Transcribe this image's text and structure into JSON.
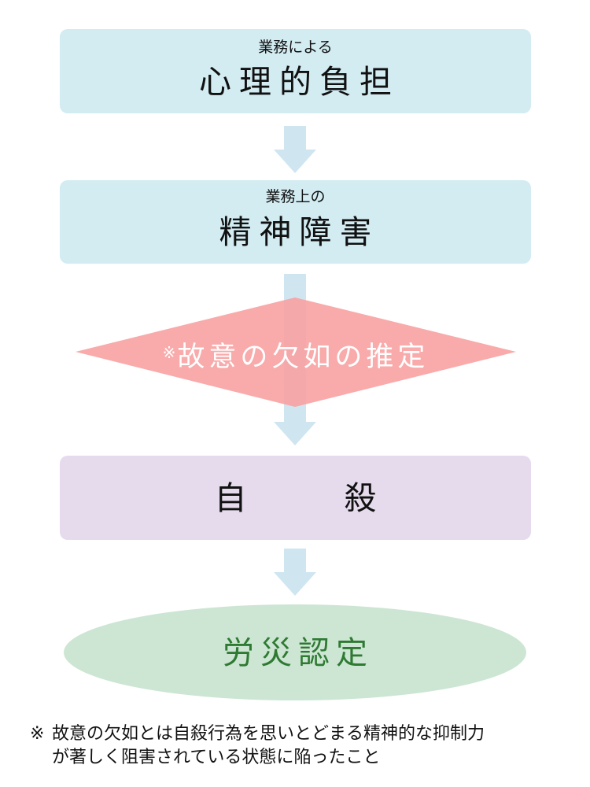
{
  "flow": {
    "step1": {
      "sub": "業務による",
      "main": "心理的負担"
    },
    "step2": {
      "sub": "業務上の",
      "main": "精神障害"
    },
    "condition": {
      "mark": "※",
      "text": "故意の欠如の推定"
    },
    "step3": {
      "main_left": "自",
      "main_right": "殺"
    },
    "result": {
      "text": "労災認定"
    }
  },
  "note": {
    "mark": "※",
    "line1": "故意の欠如とは自殺行為を思いとどまる精神的な抑制力",
    "line2": "が著しく阻害されている状態に陥ったこと"
  },
  "colors": {
    "box_blue": "#d2ecf2",
    "box_purple": "#e6dbed",
    "arrow": "#cfe6f1",
    "diamond": "#f9a3a3",
    "ellipse": "#cce6d3",
    "result_text": "#2f7a33"
  }
}
